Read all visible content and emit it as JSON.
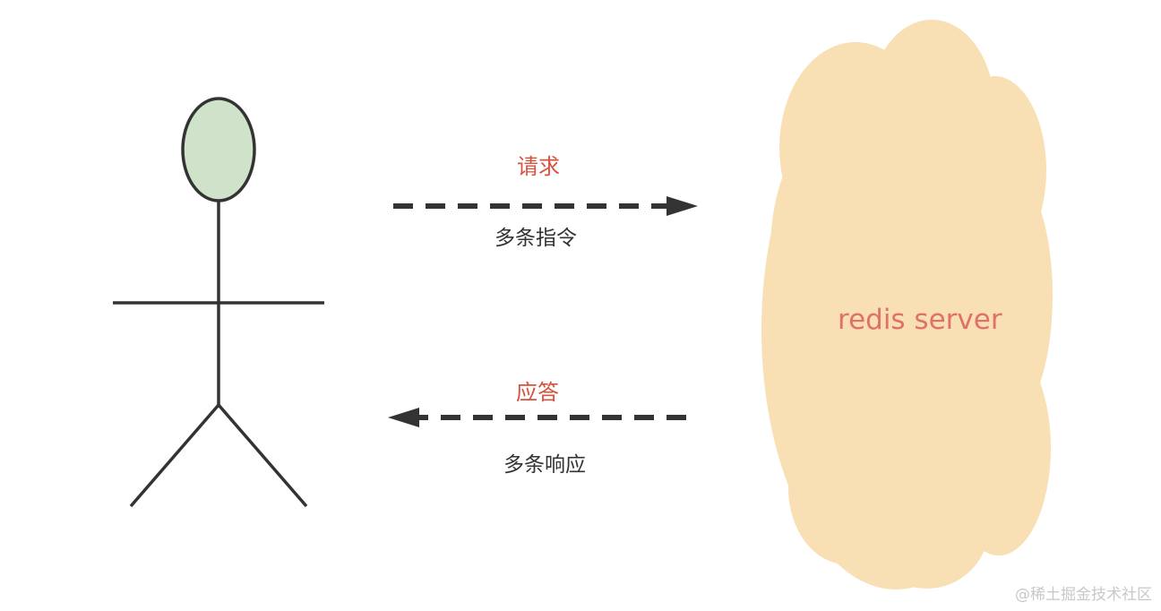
{
  "request": {
    "title": "请求",
    "subtitle": "多条指令"
  },
  "response": {
    "title": "应答",
    "subtitle": "多条响应"
  },
  "server": {
    "label": "redis server"
  },
  "watermark": "@稀土掘金技术社区",
  "colors": {
    "head_fill": "#cfe3cb",
    "cloud_fill": "#f8dfb4",
    "arrow": "#333333",
    "accent_text": "#d9503f",
    "server_text": "#e0716a"
  }
}
